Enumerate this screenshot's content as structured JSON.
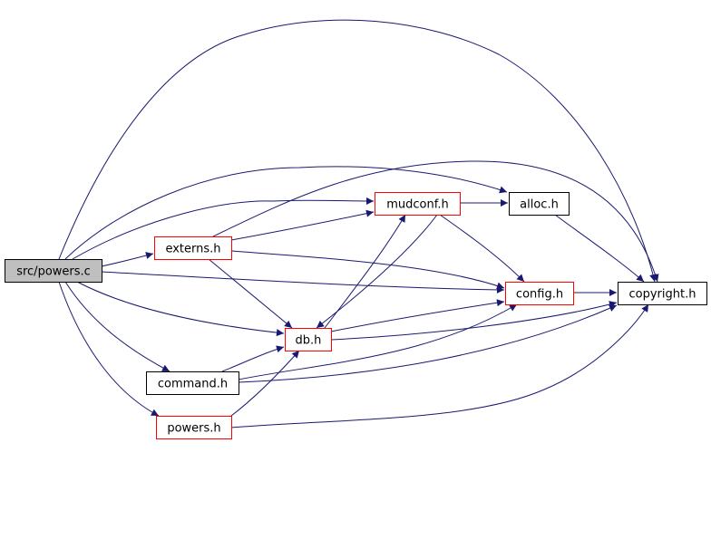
{
  "graph": {
    "colors": {
      "edge": "#191970",
      "root_fill": "#bfbfbf",
      "root_border": "#000000",
      "file_border_red": "#ff0000",
      "file_border_black": "#000000",
      "node_fill": "#ffffff"
    },
    "nodes": [
      {
        "id": "powers_c",
        "label": "src/powers.c",
        "kind": "root"
      },
      {
        "id": "externs",
        "label": "externs.h",
        "kind": "red"
      },
      {
        "id": "mudconf",
        "label": "mudconf.h",
        "kind": "red"
      },
      {
        "id": "alloc",
        "label": "alloc.h",
        "kind": "black"
      },
      {
        "id": "config",
        "label": "config.h",
        "kind": "red"
      },
      {
        "id": "copyright",
        "label": "copyright.h",
        "kind": "black"
      },
      {
        "id": "db",
        "label": "db.h",
        "kind": "red"
      },
      {
        "id": "command",
        "label": "command.h",
        "kind": "black"
      },
      {
        "id": "powers_h",
        "label": "powers.h",
        "kind": "red"
      }
    ],
    "edges": [
      {
        "from": "powers_c",
        "to": "copyright"
      },
      {
        "from": "powers_c",
        "to": "alloc"
      },
      {
        "from": "powers_c",
        "to": "mudconf"
      },
      {
        "from": "powers_c",
        "to": "externs"
      },
      {
        "from": "powers_c",
        "to": "config"
      },
      {
        "from": "powers_c",
        "to": "db"
      },
      {
        "from": "powers_c",
        "to": "command"
      },
      {
        "from": "powers_c",
        "to": "powers_h"
      },
      {
        "from": "externs",
        "to": "copyright"
      },
      {
        "from": "externs",
        "to": "mudconf"
      },
      {
        "from": "externs",
        "to": "config"
      },
      {
        "from": "externs",
        "to": "db"
      },
      {
        "from": "mudconf",
        "to": "alloc"
      },
      {
        "from": "mudconf",
        "to": "config"
      },
      {
        "from": "mudconf",
        "to": "db"
      },
      {
        "from": "alloc",
        "to": "copyright"
      },
      {
        "from": "config",
        "to": "copyright"
      },
      {
        "from": "db",
        "to": "mudconf"
      },
      {
        "from": "db",
        "to": "config"
      },
      {
        "from": "db",
        "to": "copyright"
      },
      {
        "from": "command",
        "to": "db"
      },
      {
        "from": "command",
        "to": "config"
      },
      {
        "from": "command",
        "to": "copyright"
      },
      {
        "from": "powers_h",
        "to": "db"
      },
      {
        "from": "powers_h",
        "to": "copyright"
      }
    ]
  }
}
